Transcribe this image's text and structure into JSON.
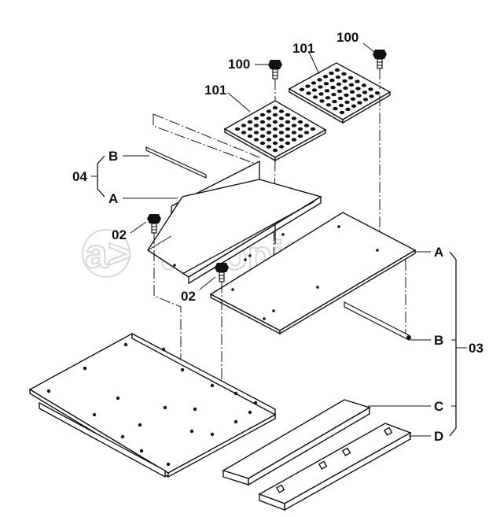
{
  "labels": {
    "p100_left": "100",
    "p100_right": "100",
    "p101_left": "101",
    "p101_right": "101",
    "p04": "04",
    "p04_B": "B",
    "p04_A": "A",
    "p02_top": "02",
    "p02_bottom": "02",
    "p03": "03",
    "p03_A": "A",
    "p03_B": "B",
    "p03_C": "C",
    "p03_D": "D"
  },
  "watermark": {
    "text": "autopiter.ru",
    "logo": "a>"
  },
  "colors": {
    "ink": "#111111",
    "paper": "#ffffff",
    "watermark": "#d8d8d8"
  }
}
